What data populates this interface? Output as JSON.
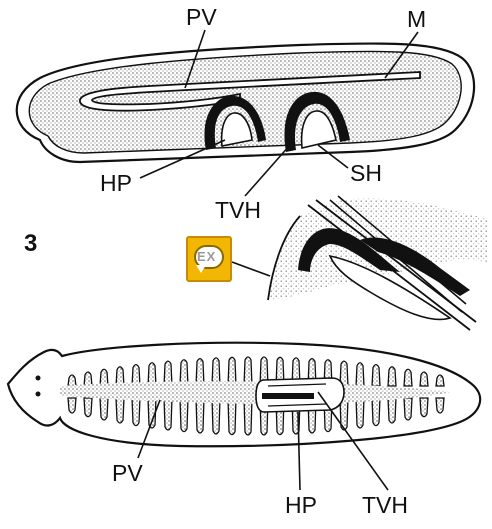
{
  "figure_number": "3",
  "labels": {
    "pv_top": "PV",
    "m": "M",
    "hp_top": "HP",
    "sh": "SH",
    "tvh_top": "TVH",
    "pv_bottom": "PV",
    "hp_bottom": "HP",
    "tvh_bottom": "TVH"
  },
  "icons": {
    "explain_badge": "speech-bubble-icon",
    "badge_text": "EX"
  },
  "colors": {
    "stipple": "#7a7a7a",
    "line": "#111111",
    "badge": "#f2b705"
  }
}
